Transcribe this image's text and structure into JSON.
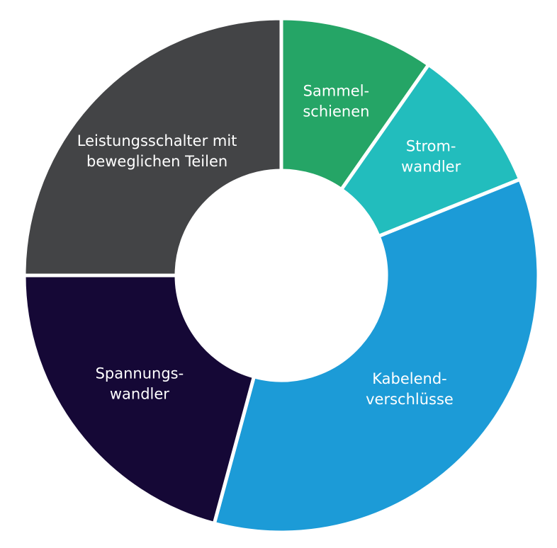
{
  "chart_data": {
    "type": "pie",
    "donut": true,
    "start_angle_deg": 0,
    "direction": "clockwise",
    "legend": "none",
    "slices": [
      {
        "label_lines": [
          "Sammel-",
          "schienen"
        ],
        "value": 9.7,
        "color": "#25A566"
      },
      {
        "label_lines": [
          "Strom-",
          "wandler"
        ],
        "value": 9.2,
        "color": "#22BDBD"
      },
      {
        "label_lines": [
          "Kabelend-",
          "verschlüsse"
        ],
        "value": 35.3,
        "color": "#1C9BD7"
      },
      {
        "label_lines": [
          "Spannungs-",
          "wandler"
        ],
        "value": 20.8,
        "color": "#150836"
      },
      {
        "label_lines": [
          "Leistungsschalter mit",
          "beweglichen Teilen"
        ],
        "value": 25.0,
        "color": "#434446"
      }
    ]
  }
}
